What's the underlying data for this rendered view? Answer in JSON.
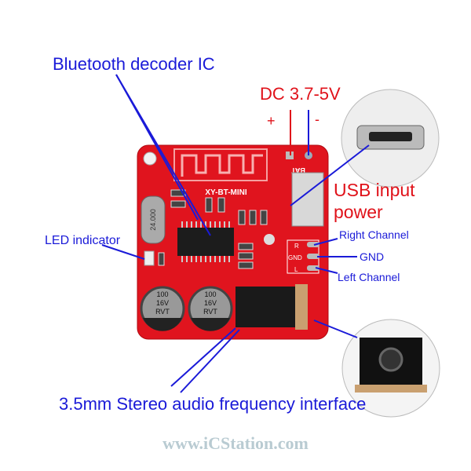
{
  "labels": {
    "decoder_ic": "Bluetooth decoder IC",
    "dc_voltage": "DC 3.7-5V",
    "plus": "+",
    "minus": "-",
    "usb_input": "USB input",
    "usb_power": "power",
    "led_indicator": "LED indicator",
    "right_channel": "Right Channel",
    "gnd": "GND",
    "left_channel": "Left Channel",
    "audio_interface": "3.5mm Stereo audio frequency interface"
  },
  "board": {
    "model": "XY-BT-MINI",
    "bat": "BAT",
    "crystal": "24.000",
    "cap_text": [
      "100",
      "16V",
      "RVT"
    ],
    "pad_r": "R",
    "pad_gnd": "GND",
    "pad_l": "L"
  },
  "watermark": "www.iCStation.com",
  "colors": {
    "pcb": "#e0141e",
    "label_blue": "#1a1ad8",
    "label_red": "#e0121a"
  }
}
